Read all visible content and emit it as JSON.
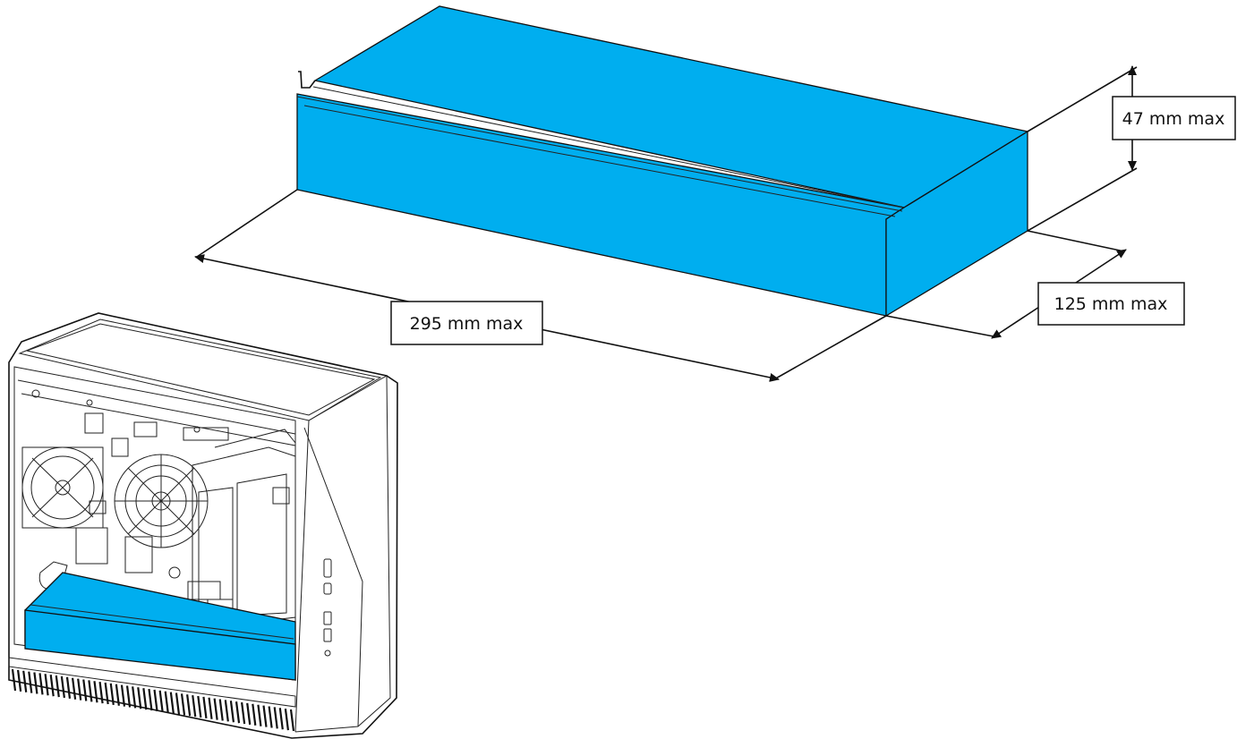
{
  "diagram": {
    "component_color": "#00aeef",
    "dimensions": {
      "height": "47 mm max",
      "width": "125 mm max",
      "length": "295 mm max"
    }
  }
}
